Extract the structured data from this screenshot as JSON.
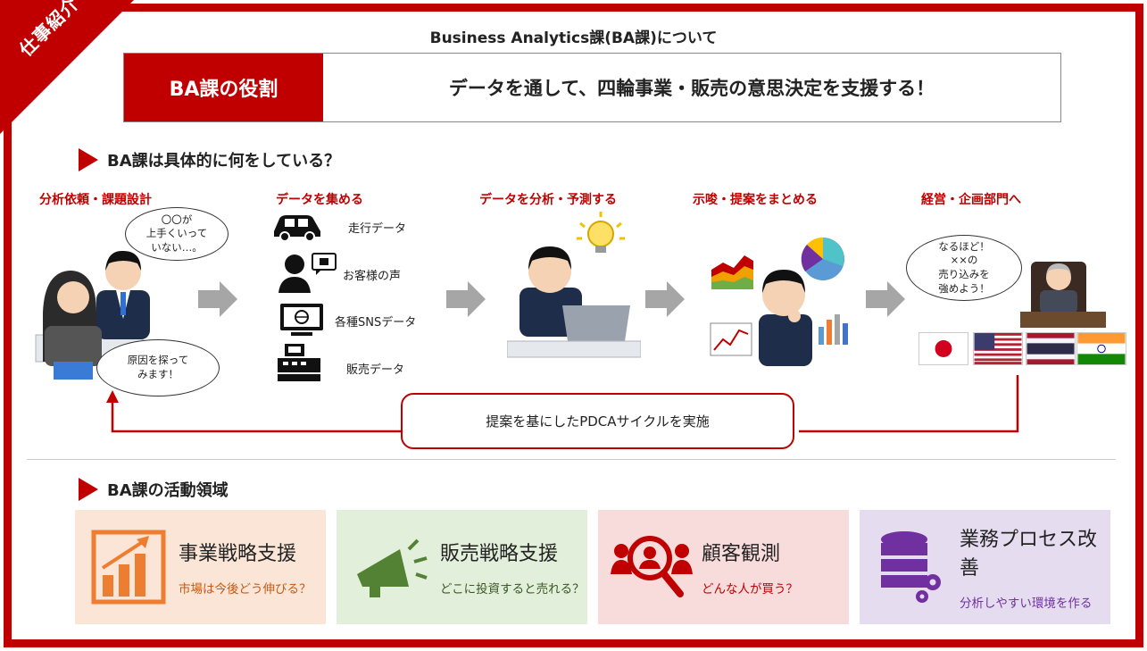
{
  "corner_label": "仕事紹介",
  "page_title": "Business Analytics課(BA課)について",
  "role": {
    "label": "BA課の役割",
    "description": "データを通して、四輪事業・販売の意思決定を支援する！"
  },
  "section1_title": "BA課は具体的に何をしている？",
  "steps": [
    {
      "title": "分析依頼・課題設計"
    },
    {
      "title": "データを集める"
    },
    {
      "title": "データを分析・予測する"
    },
    {
      "title": "示唆・提案をまとめる"
    },
    {
      "title": "経営・企画部門へ"
    }
  ],
  "bubbles": {
    "request": "〇〇が\n上手くいって\nいない…。",
    "reply": "原因を探って\nみます！",
    "executive": "なるほど！\n××の\n売り込みを\n強めよう！"
  },
  "data_items": [
    {
      "label": "走行データ",
      "icon": "car-icon"
    },
    {
      "label": "お客様の声",
      "icon": "customer-voice-icon"
    },
    {
      "label": "各種SNSデータ",
      "icon": "sns-monitor-icon"
    },
    {
      "label": "販売データ",
      "icon": "cash-register-icon"
    }
  ],
  "pdca_label": "提案を基にしたPDCAサイクルを実施",
  "section2_title": "BA課の活動領域",
  "areas": [
    {
      "title": "事業戦略支援",
      "subtitle": "市場は今後どう伸びる？",
      "bg": "#fbe5d6",
      "accent": "#ed7d31",
      "icon": "growth-chart-icon"
    },
    {
      "title": "販売戦略支援",
      "subtitle": "どこに投資すると売れる？",
      "bg": "#e2efda",
      "accent": "#548235",
      "icon": "megaphone-icon"
    },
    {
      "title": "顧客観測",
      "subtitle": "どんな人が買う？",
      "bg": "#f8dcdc",
      "accent": "#c00000",
      "icon": "customer-search-icon"
    },
    {
      "title": "業務プロセス改善",
      "subtitle": "分析しやすい環境を作る",
      "bg": "#e6dcf0",
      "accent": "#7030a0",
      "icon": "database-gear-icon"
    }
  ],
  "colors": {
    "brand": "#c00000",
    "arrow_gray": "#a6a6a6"
  }
}
